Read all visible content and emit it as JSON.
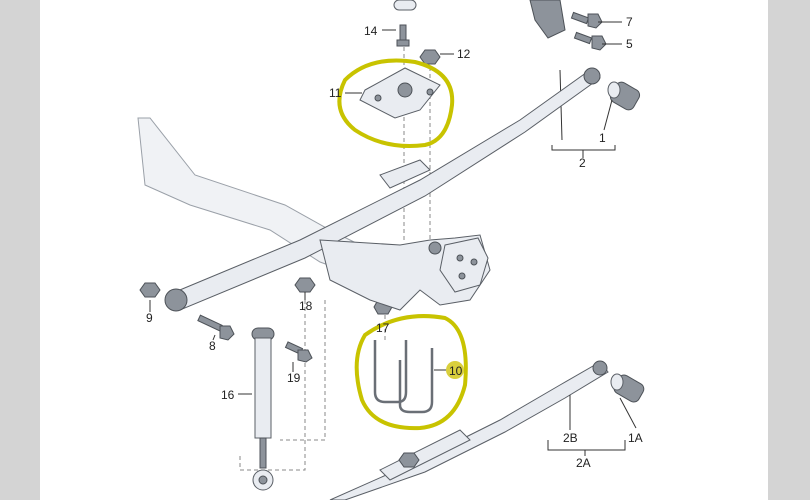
{
  "callouts": [
    "14",
    "12",
    "11",
    "7",
    "5",
    "1",
    "2",
    "9",
    "8",
    "18",
    "17",
    "19",
    "10",
    "16",
    "2B",
    "1A",
    "2A"
  ],
  "highlight_color": "#c8c300"
}
